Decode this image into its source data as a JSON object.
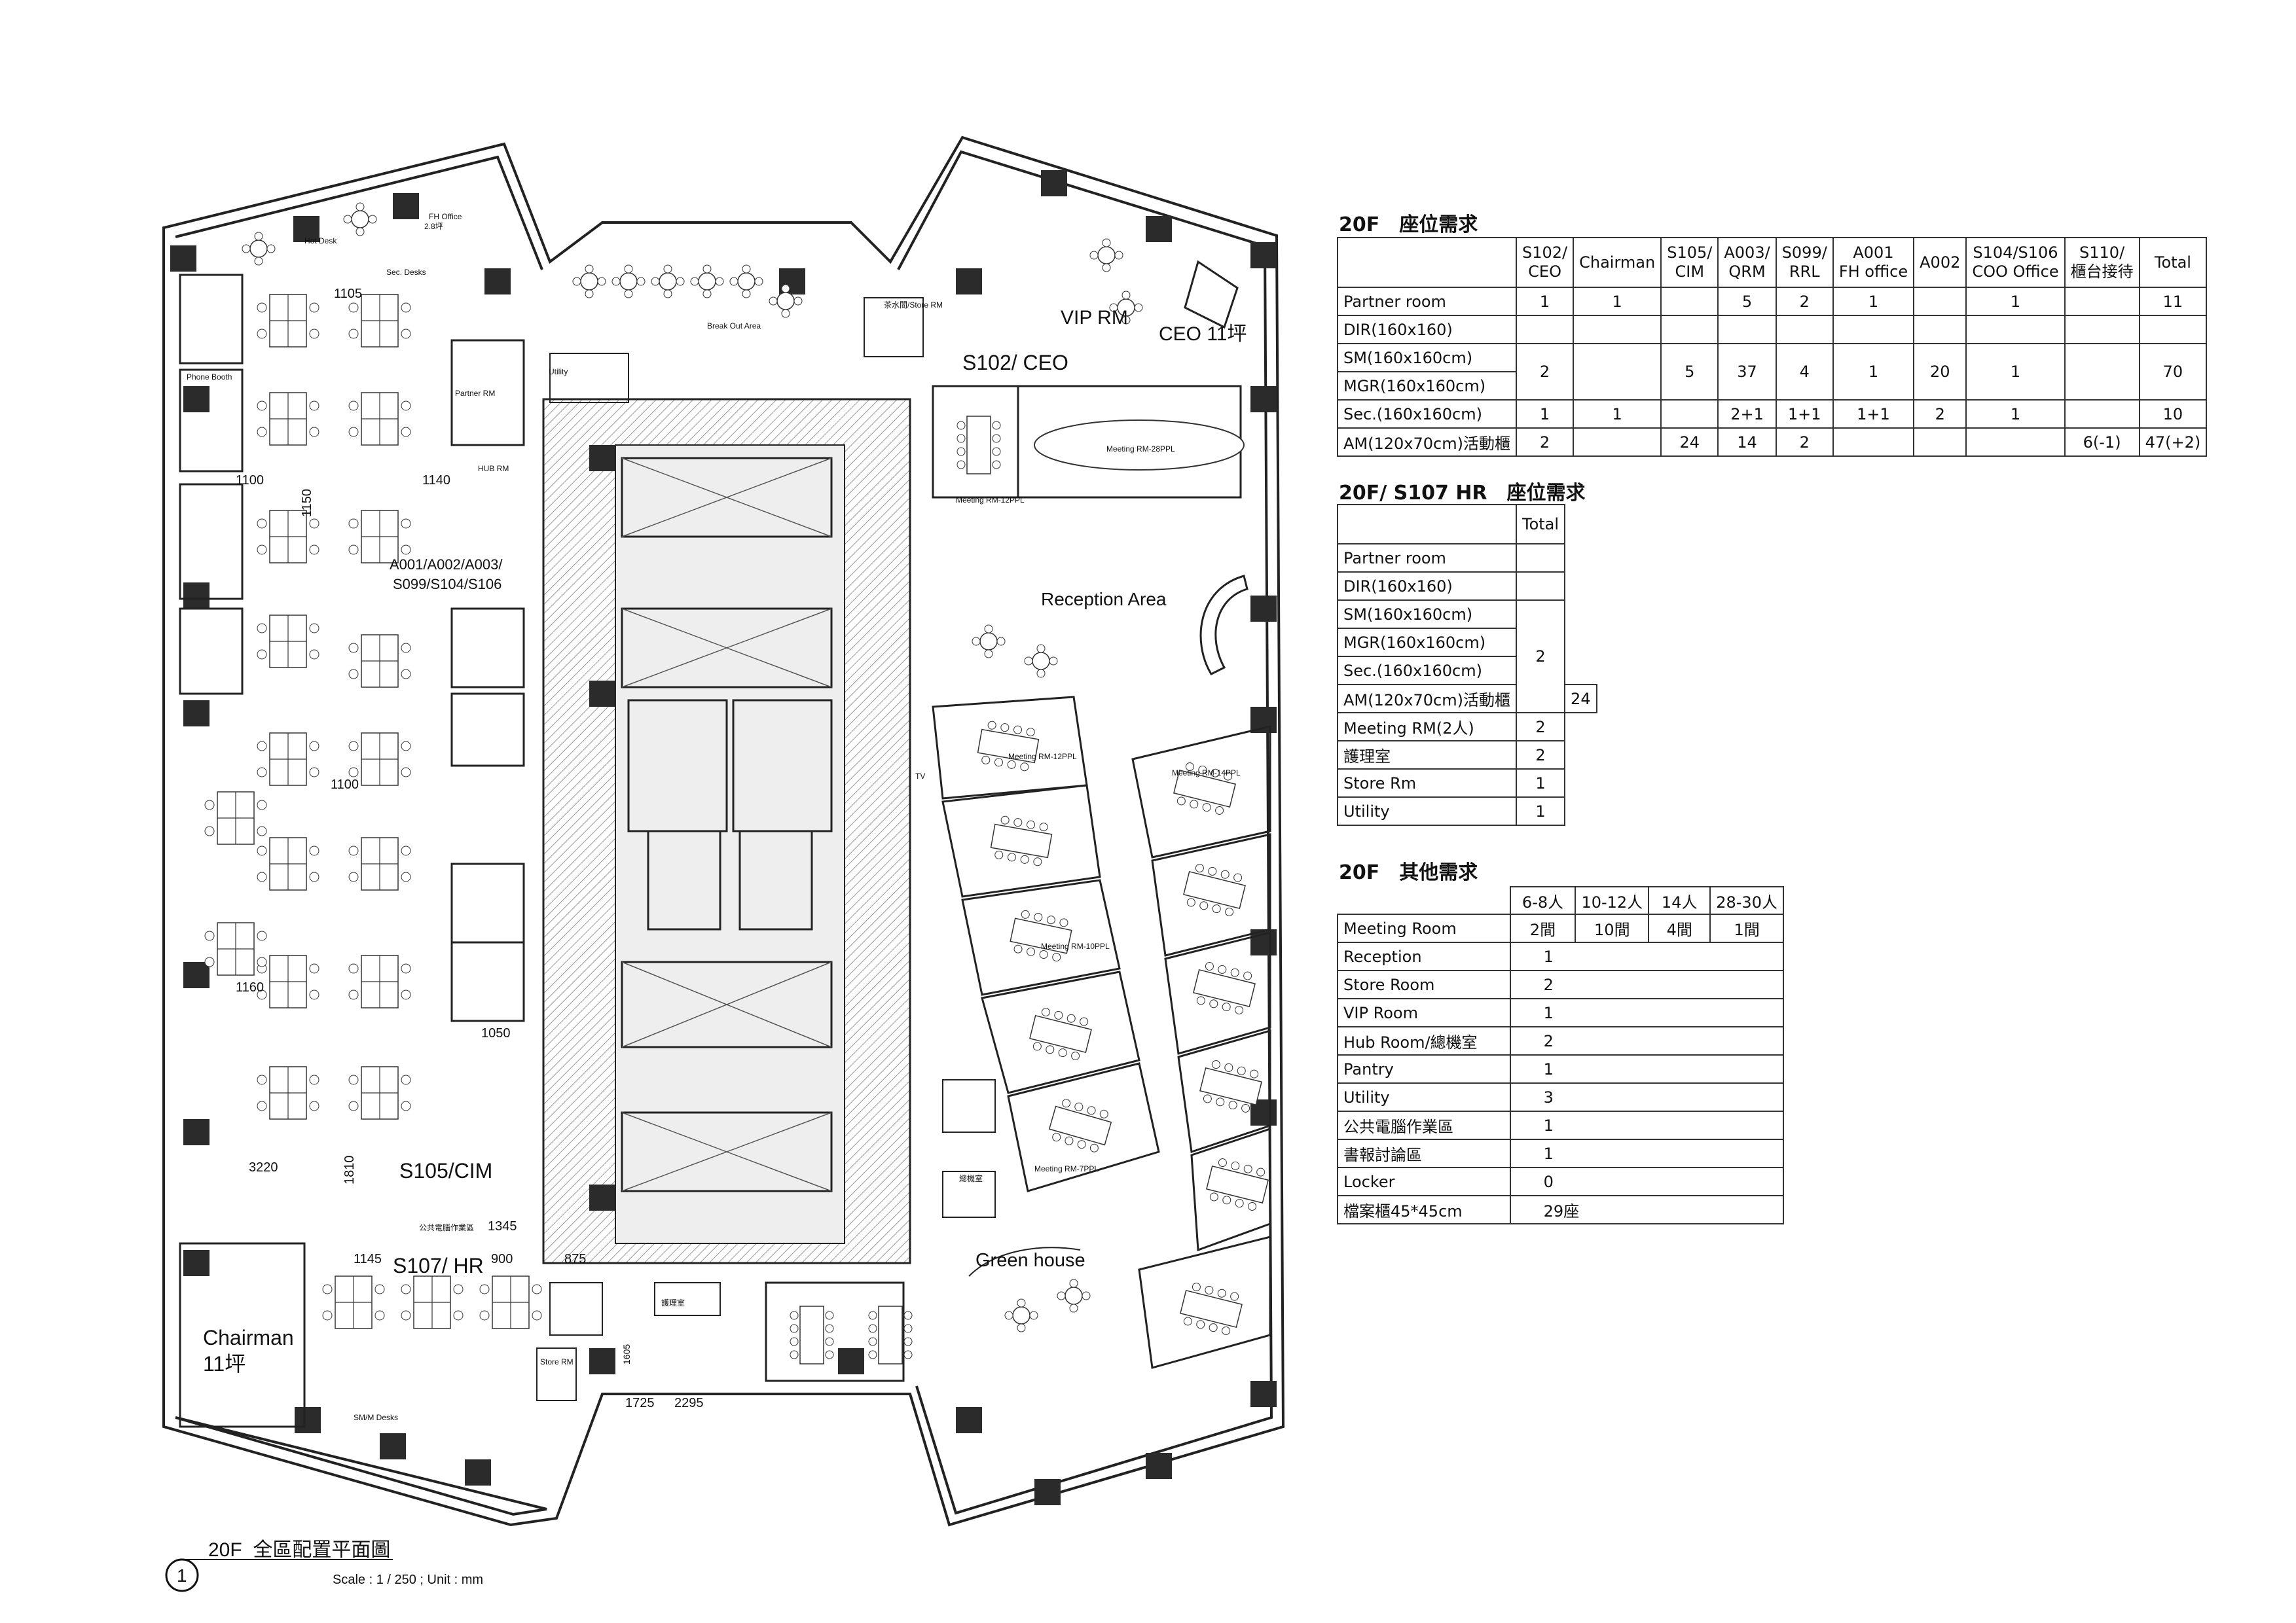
{
  "seat_table": {
    "title": "20F　座位需求",
    "headers": [
      "",
      "S102/\nCEO",
      "Chairman",
      "S105/\nCIM",
      "A003/\nQRM",
      "S099/\nRRL",
      "A001\nFH office",
      "A002",
      "S104/S106\nCOO Office",
      "S110/\n櫃台接待",
      "Total"
    ],
    "rows": [
      {
        "label": "Partner room",
        "cells": [
          "1",
          "1",
          "",
          "5",
          "2",
          "1",
          "",
          "1",
          "",
          "11"
        ]
      },
      {
        "label": "DIR(160x160)",
        "cells": []
      },
      {
        "label": "SM(160x160cm)",
        "cells": [
          "2",
          "",
          "5",
          "37",
          "4",
          "1",
          "20",
          "1",
          "",
          "70"
        ]
      },
      {
        "label": "MGR(160x160cm)",
        "cells": []
      },
      {
        "label": "Sec.(160x160cm)",
        "cells": [
          "1",
          "1",
          "",
          "2+1",
          "1+1",
          "1+1",
          "2",
          "1",
          "",
          "10"
        ]
      },
      {
        "label": "AM(120x70cm)活動櫃",
        "cells": [
          "2",
          "",
          "24",
          "14",
          "2",
          "",
          "",
          "",
          "6(-1)",
          "47(+2)"
        ]
      }
    ]
  },
  "hr_table": {
    "title": "20F/ S107 HR　座位需求",
    "header": "Total",
    "rows": [
      {
        "label": "Partner room",
        "value": ""
      },
      {
        "label": "DIR(160x160)",
        "value": ""
      },
      {
        "label": "SM(160x160cm)",
        "value": "2"
      },
      {
        "label": "MGR(160x160cm)",
        "value": ""
      },
      {
        "label": "Sec.(160x160cm)",
        "value": ""
      },
      {
        "label": "AM(120x70cm)活動櫃",
        "value": "24"
      },
      {
        "label": "Meeting RM(2人)",
        "value": "2"
      },
      {
        "label": "護理室",
        "value": "2"
      },
      {
        "label": "Store Rm",
        "value": "1"
      },
      {
        "label": "Utility",
        "value": "1"
      }
    ]
  },
  "other_table": {
    "title": "20F　其他需求",
    "headers": [
      "6-8人",
      "10-12人",
      "14人",
      "28-30人"
    ],
    "meeting": {
      "label": "Meeting Room",
      "cells": [
        "2間",
        "10間",
        "4間",
        "1間"
      ]
    },
    "rows": [
      {
        "label": "Reception",
        "value": "1"
      },
      {
        "label": "Store Room",
        "value": "2"
      },
      {
        "label": "VIP Room",
        "value": "1"
      },
      {
        "label": "Hub Room/總機室",
        "value": "2"
      },
      {
        "label": "Pantry",
        "value": "1"
      },
      {
        "label": "Utility",
        "value": "3"
      },
      {
        "label": "公共電腦作業區",
        "value": "1"
      },
      {
        "label": "書報討論區",
        "value": "1"
      },
      {
        "label": "Locker",
        "value": "0"
      },
      {
        "label": "檔案櫃45*45cm",
        "value": "29座"
      }
    ]
  },
  "plan_labels": {
    "vip_rm": "VIP RM",
    "ceo": "CEO 11坪",
    "s102": "S102/ CEO",
    "reception": "Reception Area",
    "green_house": "Green house",
    "chairman": "Chairman",
    "chairman_size": "11坪",
    "s105": "S105/CIM",
    "s107": "S107/ HR",
    "a_group_1": "A001/A002/A003/",
    "a_group_2": "S099/S104/S106",
    "meeting_28": "Meeting RM-28PPL",
    "meeting_12a": "Meeting RM-12PPL",
    "meeting_12b": "Meeting RM-12PPL",
    "meeting_14": "Meeting RM-14PPL",
    "meeting_10": "Meeting RM-10PPL",
    "meeting_7": "Meeting RM-7PPL",
    "break_out": "Break Out Area",
    "hot_desk": "Hot Desk",
    "sec_desks": "Sec. Desks",
    "sm_desks": "SM/M Desks",
    "partner_rm": "Partner RM",
    "phone_booth": "Phone Booth",
    "fh_office": "FH Office",
    "hub_rm": "HUB RM",
    "store_rm": "Store RM",
    "utility": "Utility",
    "tv": "TV",
    "pantry": "茶水間/Store RM",
    "nurse": "護理室",
    "console": "總機室",
    "computer": "公共電腦作業區",
    "dim_1105": "1105",
    "dim_1100a": "1100",
    "dim_1140": "1140",
    "dim_1150": "1150",
    "dim_1100b": "1100",
    "dim_1160": "1160",
    "dim_1050": "1050",
    "dim_3220": "3220",
    "dim_1810": "1810",
    "dim_1345": "1345",
    "dim_1145": "1145",
    "dim_900": "900",
    "dim_875": "875",
    "dim_1725": "1725",
    "dim_2295": "2295",
    "dim_1605": "1605",
    "size_28": "2.8坪"
  },
  "drawing_title": {
    "number": "1",
    "title": "20F_全區配置平面圖",
    "scale": "Scale : 1 / 250 ; Unit : mm"
  }
}
